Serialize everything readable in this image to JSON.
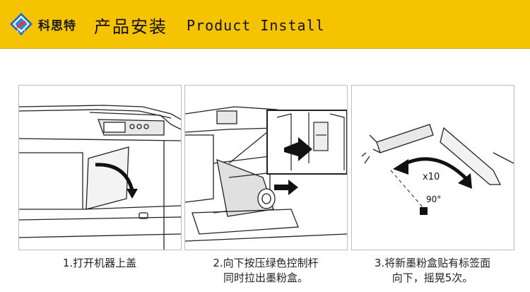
{
  "header": {
    "brand": "科思特",
    "logo_text": "K.S.T",
    "title_cn": "产品安装",
    "title_en": "Product Install",
    "bg_color": "#f6c300"
  },
  "steps": [
    {
      "caption_line1": "1.打开机器上盖",
      "caption_line2": ""
    },
    {
      "caption_line1": "2.向下按压绿色控制杆",
      "caption_line2": "同时拉出墨粉盒。"
    },
    {
      "caption_line1": "3.将新墨粉盒贴有标签面",
      "caption_line2": "向下，摇晃5次。"
    }
  ],
  "diagram3": {
    "shake_label": "x10",
    "angle_label": "90°"
  }
}
